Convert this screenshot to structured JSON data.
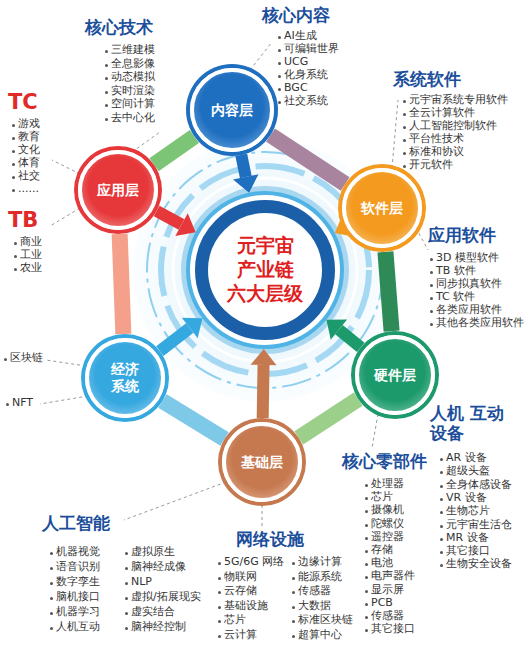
{
  "diagram": {
    "nodes": [
      {
        "text": [
          "元宇宙 产业链 六大层级"
        ]
      },
      {
        "text": [
          "内容层"
        ]
      },
      {
        "text": [
          "软件层"
        ]
      },
      {
        "text": [
          "硬件层"
        ]
      },
      {
        "text": [
          "基础层"
        ]
      },
      {
        "text": [
          "经济系统"
        ]
      },
      {
        "text": [
          "应用层"
        ]
      }
    ],
    "edges": [
      {
        "from": 6,
        "to": 1,
        "arrow": "none"
      },
      {
        "from": 1,
        "to": 2,
        "arrow": "none"
      },
      {
        "from": 2,
        "to": 3,
        "arrow": "none"
      },
      {
        "from": 3,
        "to": 4,
        "arrow": "none"
      },
      {
        "from": 4,
        "to": 5,
        "arrow": "none"
      },
      {
        "from": 5,
        "to": 6,
        "arrow": "none"
      },
      {
        "from": 1,
        "to": 0,
        "arrow": "to"
      },
      {
        "from": 2,
        "to": 0,
        "arrow": "to"
      },
      {
        "from": 3,
        "to": 0,
        "arrow": "to"
      },
      {
        "from": 4,
        "to": 0,
        "arrow": "to"
      },
      {
        "from": 5,
        "to": 0,
        "arrow": "to"
      },
      {
        "from": 6,
        "to": 0,
        "arrow": "to"
      }
    ],
    "labels": [
      "核心技术",
      "三维建模",
      "全息影像",
      "动态模拟",
      "实时渲染",
      "空间计算",
      "去中心化",
      "核心内容",
      "AI生成",
      "可编辑世界",
      "UCG",
      "化身系统",
      "BGC",
      "社交系统",
      "系统软件",
      "元宇宙系统专用软件",
      "全云计算软件",
      "人工智能控制软件",
      "平台性技术",
      "标准和协议",
      "开元软件",
      "应用软件",
      "3D 模型软件",
      "TB 软件",
      "同步拟真软件",
      "TC 软件",
      "各类应用软件",
      "其他各类应用软件",
      "人机 互动设备",
      "AR 设备",
      "超级头盔",
      "全身体感设备",
      "VR 设备",
      "生物芯片",
      "元宇宙生活仓",
      "MR 设备",
      "其它接口",
      "生物安全设备",
      "核心零部件",
      "处理器",
      "芯片",
      "摄像机",
      "陀螺仪",
      "遥控器",
      "存储",
      "电池",
      "电声器件",
      "显示屏",
      "PCB",
      "传感器",
      "其它接口",
      "网络设施",
      "5G/6G 网络",
      "物联网",
      "云存储",
      "基础设施",
      "芯片",
      "云计算",
      "边缘计算",
      "能源系统",
      "传感器",
      "大数据",
      "标准区块链",
      "超算中心",
      "人工智能",
      "机器视觉",
      "语音识别",
      "数字孪生",
      "脑机接口",
      "机器学习",
      "人机互动",
      "虚拟原生",
      "脑神经成像",
      "NLP",
      "虚拟/拓展现实",
      "虚实结合",
      "脑神经控制",
      "TC",
      "游戏",
      "教育",
      "文化",
      "体育",
      "社交",
      "......",
      "TB",
      "商业",
      "工业",
      "农业",
      "区块链",
      "NFT"
    ]
  }
}
